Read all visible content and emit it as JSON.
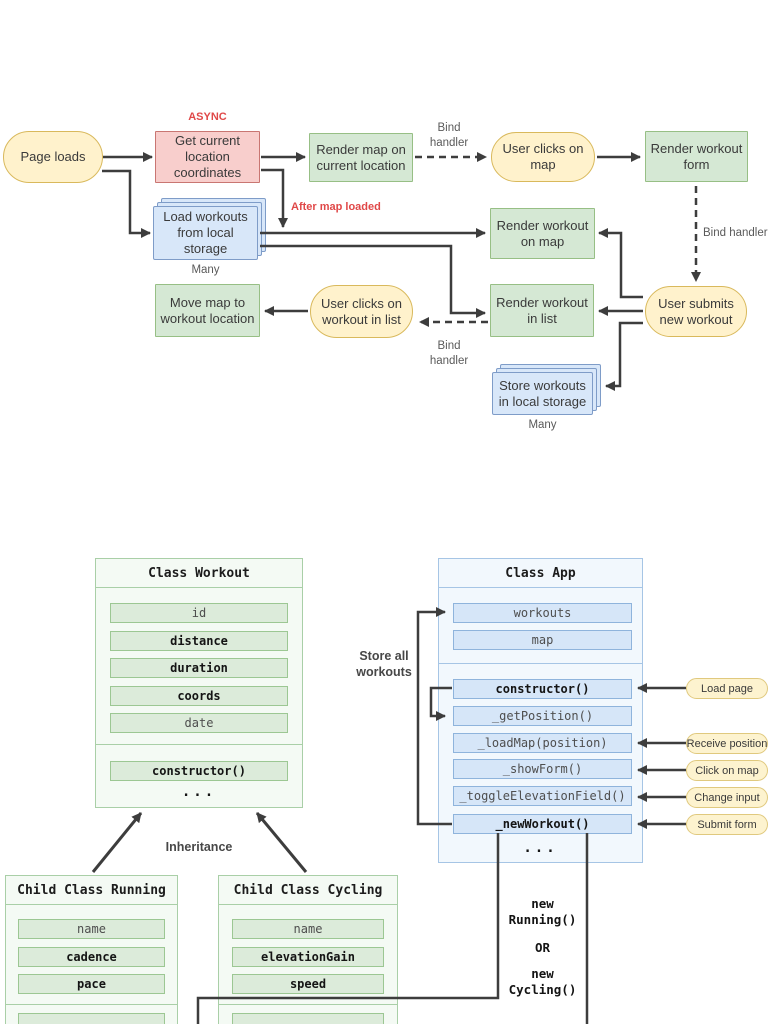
{
  "flow": {
    "page_loads": "Page loads",
    "async_label": "ASYNC",
    "get_location": "Get current location coordinates",
    "render_map": "Render map on current location",
    "bind_handler_map": "Bind\nhandler",
    "user_clicks_map": "User clicks on map",
    "render_form": "Render workout form",
    "load_workouts": "Load workouts from local storage",
    "many_load": "Many",
    "after_map_loaded": "After map loaded",
    "render_on_map": "Render workout on map",
    "bind_handler_form": "Bind handler",
    "user_submits": "User submits new workout",
    "move_map": "Move map to workout location",
    "user_clicks_list": "User clicks on workout in list",
    "render_in_list": "Render workout in list",
    "bind_handler_list": "Bind\nhandler",
    "store_workouts": "Store workouts in local storage",
    "many_store": "Many"
  },
  "classes": {
    "workout": {
      "title": "Class Workout",
      "fields": [
        "id",
        "distance",
        "duration",
        "coords",
        "date"
      ],
      "constructor": "constructor()",
      "ellipsis": "..."
    },
    "app": {
      "title": "Class App",
      "props": [
        "workouts",
        "map"
      ],
      "methods": [
        "constructor()",
        "_getPosition()",
        "_loadMap(position)",
        "_showForm()",
        "_toggleElevationField()",
        "_newWorkout()"
      ],
      "ellipsis": "..."
    },
    "running": {
      "title": "Child Class Running",
      "fields": [
        "name",
        "cadence",
        "pace"
      ]
    },
    "cycling": {
      "title": "Child Class Cycling",
      "fields": [
        "name",
        "elevationGain",
        "speed"
      ]
    },
    "inheritance_label": "Inheritance",
    "store_all_label": "Store all\nworkouts",
    "new_running": "new\nRunning()",
    "or_label": "OR",
    "new_cycling": "new\nCycling()"
  },
  "pills": [
    "Load page",
    "Receive position",
    "Click on map",
    "Change input",
    "Submit form"
  ],
  "colors": {
    "yellow_fill": "#FFF2CC",
    "yellow_border": "#D9B95C",
    "green_fill": "#D5E8D4",
    "green_border": "#97BF85",
    "pink_fill": "#F8CECC",
    "pink_border": "#C97672",
    "blue_fill": "#D8E7F9",
    "blue_border": "#7E9CC8",
    "red_text": "#E04848",
    "line": "#3d3d3d"
  }
}
